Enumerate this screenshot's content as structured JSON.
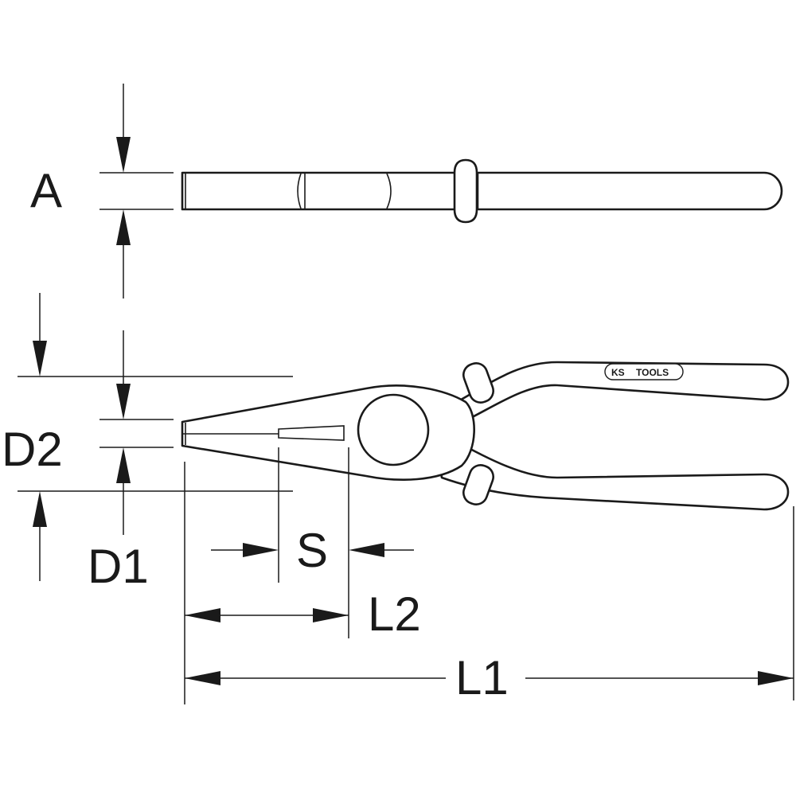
{
  "dimensions": {
    "A": "A",
    "D2": "D2",
    "D1": "D1",
    "S": "S",
    "L2": "L2",
    "L1": "L1"
  },
  "logo": {
    "brand": "KS",
    "suffix": "TOOLS"
  },
  "colors": {
    "line": "#1a1a1a",
    "background": "#ffffff"
  }
}
